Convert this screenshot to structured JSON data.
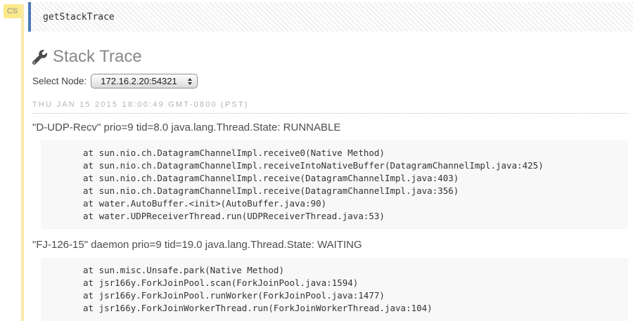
{
  "cell": {
    "badge": "CS",
    "input": "getStackTrace"
  },
  "header": {
    "icon": "wrench-icon",
    "title": "Stack Trace"
  },
  "node_selector": {
    "label": "Select Node:",
    "selected": "172.16.2.20:54321"
  },
  "timestamp": "THU JAN 15 2015 18:00:49 GMT-0800 (PST)",
  "threads": [
    {
      "header": "\"D-UDP-Recv\" prio=9 tid=8.0 java.lang.Thread.State: RUNNABLE",
      "frames": [
        "at sun.nio.ch.DatagramChannelImpl.receive0(Native Method)",
        "at sun.nio.ch.DatagramChannelImpl.receiveIntoNativeBuffer(DatagramChannelImpl.java:425)",
        "at sun.nio.ch.DatagramChannelImpl.receive(DatagramChannelImpl.java:403)",
        "at sun.nio.ch.DatagramChannelImpl.receive(DatagramChannelImpl.java:356)",
        "at water.AutoBuffer.<init>(AutoBuffer.java:90)",
        "at water.UDPReceiverThread.run(UDPReceiverThread.java:53)"
      ]
    },
    {
      "header": "\"FJ-126-15\" daemon prio=9 tid=19.0 java.lang.Thread.State: WAITING",
      "frames": [
        "at sun.misc.Unsafe.park(Native Method)",
        "at jsr166y.ForkJoinPool.scan(ForkJoinPool.java:1594)",
        "at jsr166y.ForkJoinPool.runWorker(ForkJoinPool.java:1477)",
        "at jsr166y.ForkJoinWorkerThread.run(ForkJoinWorkerThread.java:104)"
      ]
    }
  ],
  "colors": {
    "badge-yellow": "#fbe98b",
    "line-yellow": "#f9e9a8",
    "cell-blue": "#4a7ab5",
    "code-bg": "#f8f8f8",
    "muted": "#b3b3b3",
    "heading-gray": "#888888",
    "thread-gray": "#4d4d4d"
  }
}
